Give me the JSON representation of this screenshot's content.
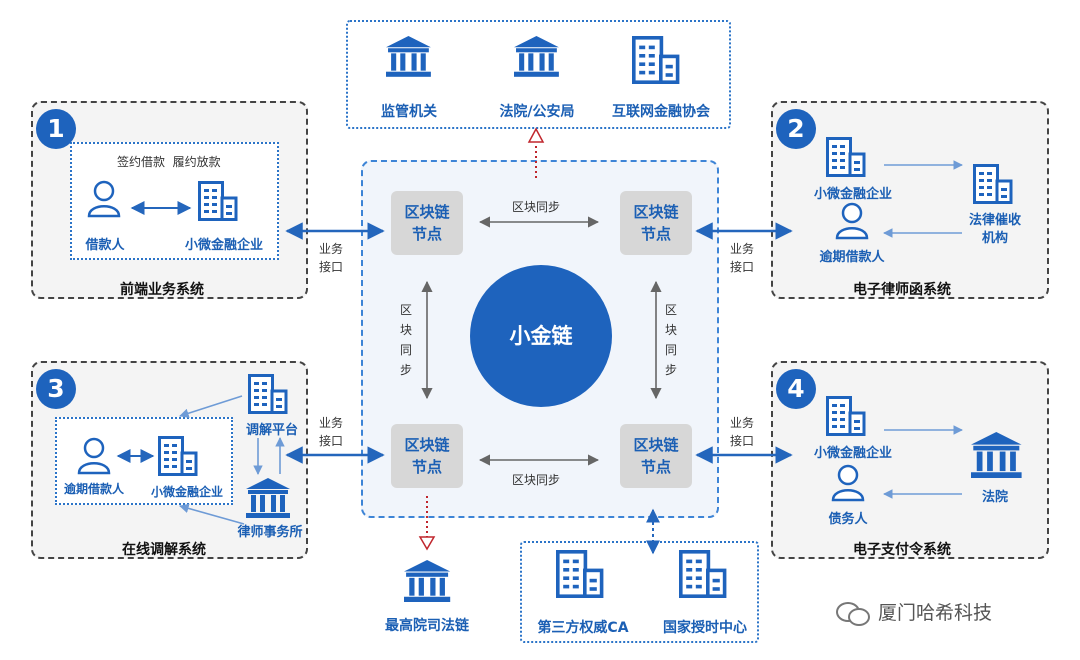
{
  "colors": {
    "accent": "#1e63bd",
    "node_bg": "#d7d7d7",
    "alert": "#c0262d"
  },
  "top_box": {
    "items": [
      {
        "label": "监管机关",
        "icon": "bank-icon"
      },
      {
        "label": "法院/公安局",
        "icon": "bank-icon"
      },
      {
        "label": "互联网金融协会",
        "icon": "building-icon"
      }
    ]
  },
  "center": {
    "hub_label": "小金链",
    "node_line1": "区块链",
    "node_line2": "节点",
    "sync_h": "区块同步",
    "sync_v": [
      "区",
      "块",
      "同",
      "步"
    ]
  },
  "interface_label": {
    "line1": "业务",
    "line2": "接口"
  },
  "panel1": {
    "number": "1",
    "title": "前端业务系统",
    "arrow_text": "签约借款  履约放款",
    "borrower": "借款人",
    "company": "小微金融企业"
  },
  "panel2": {
    "number": "2",
    "title": "电子律师函系统",
    "company": "小微金融企业",
    "borrower": "逾期借款人",
    "collector_line1": "法律催收",
    "collector_line2": "机构"
  },
  "panel3": {
    "number": "3",
    "title": "在线调解系统",
    "borrower": "逾期借款人",
    "company": "小微金融企业",
    "platform": "调解平台",
    "lawfirm": "律师事务所"
  },
  "panel4": {
    "number": "4",
    "title": "电子支付令系统",
    "company": "小微金融企业",
    "debtor": "债务人",
    "court": "法院"
  },
  "bottom": {
    "court_chain": "最高院司法链",
    "ca_label": "第三方权威CA",
    "time_label": "国家授时中心"
  },
  "watermark": "厦门哈希科技"
}
